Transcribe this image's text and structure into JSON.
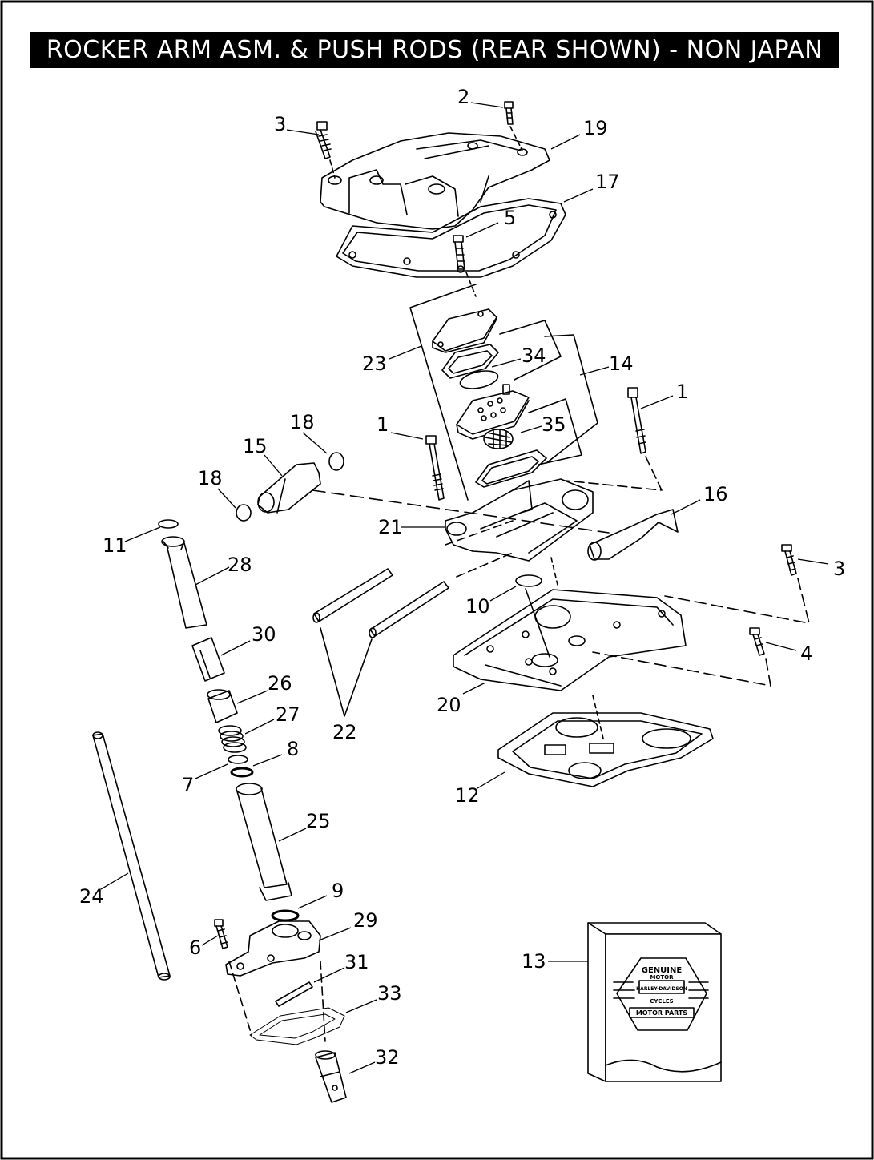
{
  "title": "ROCKER ARM ASM. & PUSH RODS (REAR SHOWN) - NON JAPAN",
  "callouts": [
    {
      "id": "c1a",
      "label": "1"
    },
    {
      "id": "c1b",
      "label": "1"
    },
    {
      "id": "c2",
      "label": "2"
    },
    {
      "id": "c3a",
      "label": "3"
    },
    {
      "id": "c3b",
      "label": "3"
    },
    {
      "id": "c4",
      "label": "4"
    },
    {
      "id": "c5",
      "label": "5"
    },
    {
      "id": "c6",
      "label": "6"
    },
    {
      "id": "c7",
      "label": "7"
    },
    {
      "id": "c8",
      "label": "8"
    },
    {
      "id": "c9",
      "label": "9"
    },
    {
      "id": "c10",
      "label": "10"
    },
    {
      "id": "c11",
      "label": "11"
    },
    {
      "id": "c12",
      "label": "12"
    },
    {
      "id": "c13",
      "label": "13"
    },
    {
      "id": "c14",
      "label": "14"
    },
    {
      "id": "c15",
      "label": "15"
    },
    {
      "id": "c16",
      "label": "16"
    },
    {
      "id": "c17",
      "label": "17"
    },
    {
      "id": "c18a",
      "label": "18"
    },
    {
      "id": "c18b",
      "label": "18"
    },
    {
      "id": "c19",
      "label": "19"
    },
    {
      "id": "c20",
      "label": "20"
    },
    {
      "id": "c21",
      "label": "21"
    },
    {
      "id": "c22",
      "label": "22"
    },
    {
      "id": "c23",
      "label": "23"
    },
    {
      "id": "c24",
      "label": "24"
    },
    {
      "id": "c25",
      "label": "25"
    },
    {
      "id": "c26",
      "label": "26"
    },
    {
      "id": "c27",
      "label": "27"
    },
    {
      "id": "c28",
      "label": "28"
    },
    {
      "id": "c29",
      "label": "29"
    },
    {
      "id": "c30",
      "label": "30"
    },
    {
      "id": "c31",
      "label": "31"
    },
    {
      "id": "c32",
      "label": "32"
    },
    {
      "id": "c33",
      "label": "33"
    },
    {
      "id": "c34",
      "label": "34"
    },
    {
      "id": "c35",
      "label": "35"
    }
  ],
  "kit_box": {
    "logo_text_top": "GENUINE",
    "logo_text_mid1": "MOTOR",
    "logo_text_mid2": "HARLEY-DAVIDSON",
    "logo_text_mid3": "CYCLES",
    "logo_text_bottom": "MOTOR PARTS"
  }
}
